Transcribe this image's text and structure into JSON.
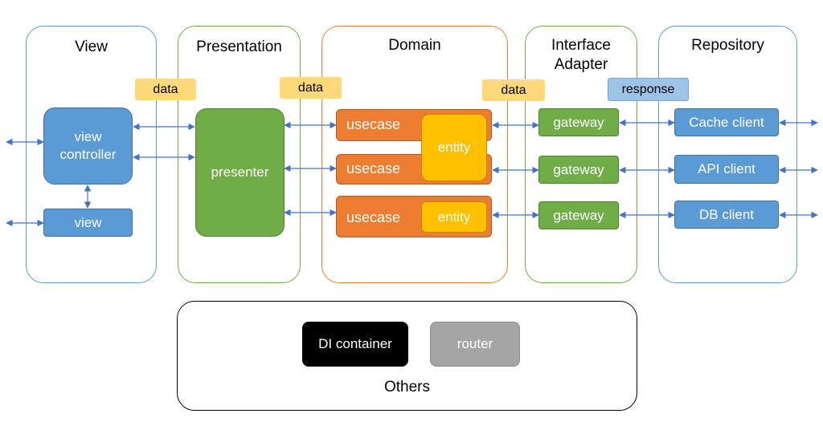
{
  "layers": {
    "view": "View",
    "presentation": "Presentation",
    "domain": "Domain",
    "interface_adapter": [
      "Interface",
      "Adapter"
    ],
    "repository": "Repository",
    "others": "Others"
  },
  "tags": {
    "data1": "data",
    "data2": "data",
    "data3": "data",
    "response": "response"
  },
  "boxes": {
    "view_controller": [
      "view",
      "controller"
    ],
    "view": "view",
    "presenter": "presenter",
    "usecase1": "usecase",
    "usecase2": "usecase",
    "usecase3": "usecase",
    "entity_shared": "entity",
    "entity3": "entity",
    "gateway1": "gateway",
    "gateway2": "gateway",
    "gateway3": "gateway",
    "cache_client": "Cache client",
    "api_client": "API client",
    "db_client": "DB client",
    "di_container": "DI container",
    "router": "router"
  },
  "colors": {
    "view_border": "#5b9bd5",
    "presentation_border": "#70ad47",
    "domain_border": "#ed7d31",
    "adapter_border": "#70ad47",
    "repository_border": "#5b9bd5",
    "others_border": "#000000",
    "arrow": "#4472c4"
  }
}
